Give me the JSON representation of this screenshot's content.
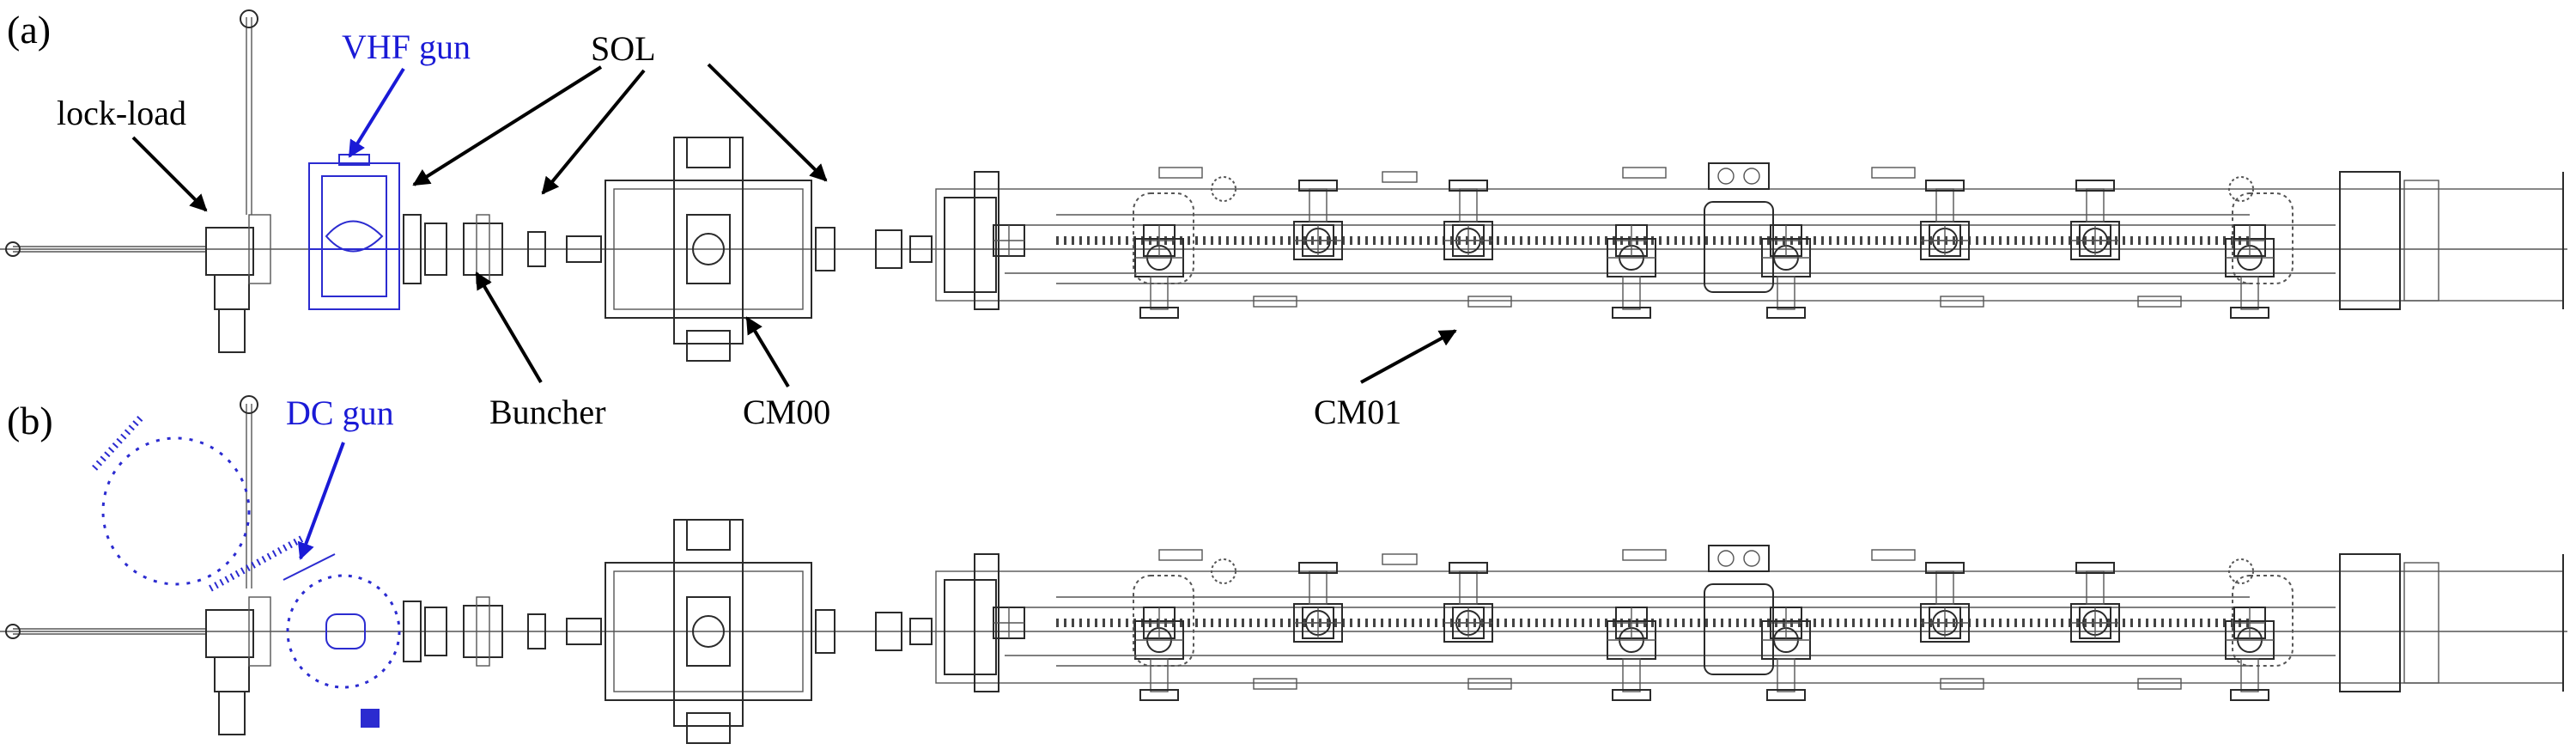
{
  "panels": [
    {
      "id": "a",
      "panel_label": "(a)",
      "gun_label": "VHF gun",
      "labels": {
        "lock_load": "lock-load",
        "sol": "SOL",
        "buncher": "Buncher",
        "cm00": "CM00",
        "cm01": "CM01"
      }
    },
    {
      "id": "b",
      "panel_label": "(b)",
      "gun_label": "DC gun"
    }
  ],
  "colors": {
    "gun_label": "#1a1ad6",
    "gun_drawing": "#2b2bd0",
    "line_art": "#2a2a2a",
    "labels": "#000000"
  }
}
